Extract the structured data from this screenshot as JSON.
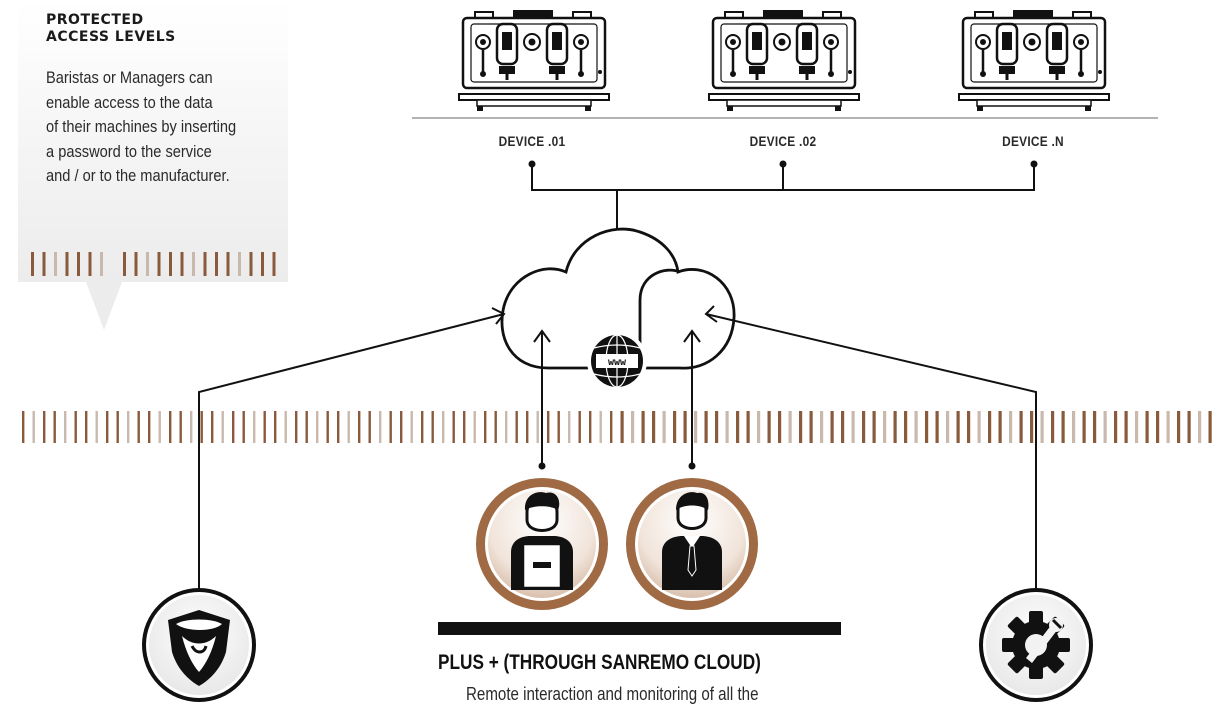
{
  "callout": {
    "title_lines": [
      "PROTECTED",
      "ACCESS LEVELS"
    ],
    "body_lines": [
      "Baristas or Managers can",
      "enable access to the data",
      "of their machines by inserting",
      "a password to the service",
      "and / or to the manufacturer."
    ]
  },
  "devices": [
    {
      "label": "DEVICE .01",
      "icon": "espresso-machine-icon"
    },
    {
      "label": "DEVICE .02",
      "icon": "espresso-machine-icon"
    },
    {
      "label": "DEVICE .N",
      "icon": "espresso-machine-icon"
    }
  ],
  "cloud": {
    "icon": "cloud-icon",
    "globe_icon": "www-globe-icon",
    "globe_text": "www"
  },
  "users": [
    {
      "role": "barista",
      "icon": "barista-avatar-icon"
    },
    {
      "role": "manager",
      "icon": "manager-avatar-icon"
    }
  ],
  "endpoints": [
    {
      "role": "service",
      "icon": "bull-shield-logo-icon"
    },
    {
      "role": "manufacturer",
      "icon": "gear-wrench-icon"
    }
  ],
  "plus": {
    "title": "PLUS + (THROUGH SANREMO CLOUD)",
    "subtitle": "Remote interaction and monitoring of all the"
  },
  "colors": {
    "stripe_brown": "#8a5a3c",
    "stripe_light": "#c9b8ac",
    "avatar_ring": "#a06a44",
    "ink": "#111111"
  }
}
